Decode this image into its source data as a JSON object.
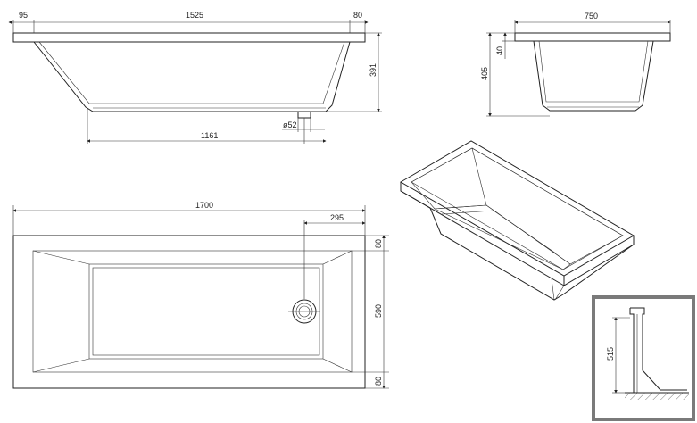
{
  "side_view": {
    "d_95": "95",
    "d_1525": "1525",
    "d_80": "80",
    "d_391": "391",
    "d_1161": "1161",
    "d_phi52": "ø52"
  },
  "end_view": {
    "d_750": "750",
    "d_405": "405",
    "d_40": "40"
  },
  "top_view": {
    "d_1700": "1700",
    "d_295": "295",
    "d_80_top": "80",
    "d_590": "590",
    "d_80_bottom": "80"
  },
  "detail": {
    "d_515": "515"
  },
  "colors": {
    "line": "#222222",
    "frame": "#7a7a7a",
    "background": "#ffffff"
  }
}
